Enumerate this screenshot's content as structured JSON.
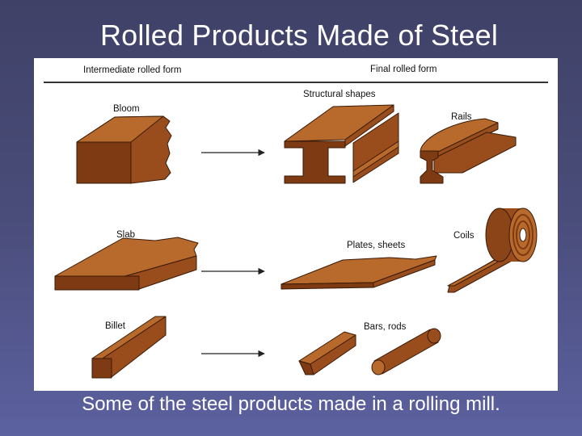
{
  "slide": {
    "title": "Rolled Products Made of Steel",
    "caption": "Some of the steel products made in a rolling mill."
  },
  "diagram": {
    "header_left": "Intermediate rolled form",
    "header_right": "Final rolled form",
    "labels": {
      "bloom": "Bloom",
      "structural": "Structural shapes",
      "rails": "Rails",
      "slab": "Slab",
      "plates": "Plates, sheets",
      "coils": "Coils",
      "billet": "Billet",
      "bars": "Bars, rods"
    }
  },
  "colors": {
    "steel_top": "#b86a2c",
    "steel_front": "#7e3a12",
    "steel_side": "#9a4d1c",
    "background_top": "#3f4167",
    "background_bottom": "#5c61a0"
  }
}
